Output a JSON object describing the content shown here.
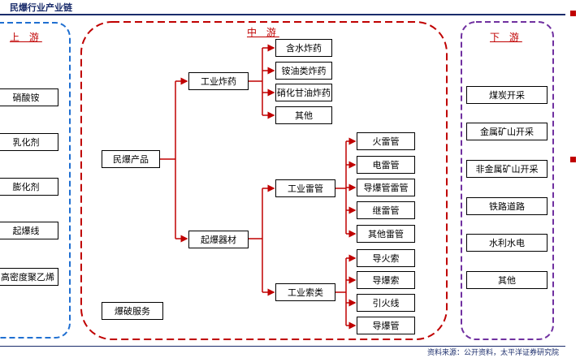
{
  "title": "民爆行业产业链",
  "source": "资料来源：公开资料，太平洋证券研究院",
  "sections": {
    "upstream": "上 游",
    "midstream": "中 游",
    "downstream": "下 游"
  },
  "upstream": [
    "硝酸铵",
    "乳化剂",
    "膨化剂",
    "起爆线",
    "高密度聚乙烯"
  ],
  "mid": {
    "products": "民爆产品",
    "services": "爆破服务",
    "explosives": "工业炸药",
    "explosive_types": [
      "含水炸药",
      "铵油类炸药",
      "硝化甘油炸药",
      "其他"
    ],
    "initiators": "起爆器材",
    "detonators": "工业雷管",
    "detonator_types": [
      "火雷管",
      "电雷管",
      "导爆管雷管",
      "继雷管",
      "其他雷管"
    ],
    "cords": "工业索类",
    "cord_types": [
      "导火索",
      "导爆索",
      "引火线",
      "导爆管"
    ]
  },
  "downstream": [
    "煤炭开采",
    "金属矿山开采",
    "非金属矿山开采",
    "铁路道路",
    "水利水电",
    "其他"
  ],
  "colors": {
    "upstream": "#1f6fd1",
    "midstream": "#c00000",
    "downstream": "#7030a0",
    "arrow": "#c00000"
  }
}
